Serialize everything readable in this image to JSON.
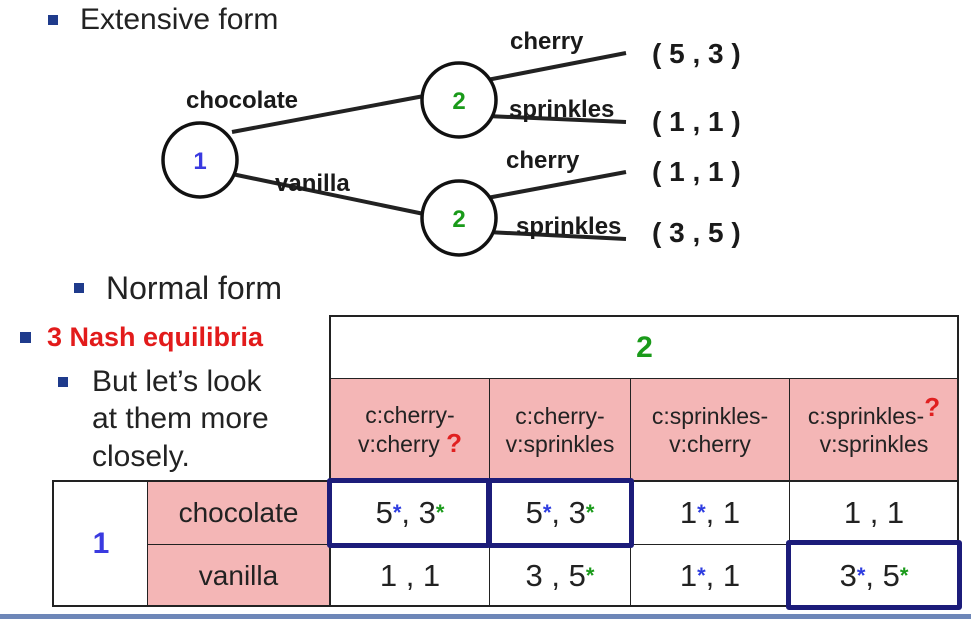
{
  "bullets": {
    "extensive": "Extensive form",
    "normal": "Normal form",
    "nash": "3 Nash equilibria",
    "look_1": "But let’s look",
    "look_2": "at them more",
    "look_3": "closely."
  },
  "tree": {
    "root_label": "1",
    "top_node_label": "2",
    "bottom_node_label": "2",
    "edge_chocolate": "chocolate",
    "edge_vanilla": "vanilla",
    "top_cherry": "cherry",
    "top_sprinkles": "sprinkles",
    "bottom_cherry": "cherry",
    "bottom_sprinkles": "sprinkles",
    "payoff_1": "( 5 , 3 )",
    "payoff_2": "( 1 , 1 )",
    "payoff_3": "( 1 , 1 )",
    "payoff_4": "( 3 , 5 )"
  },
  "table": {
    "col_player": "2",
    "row_player": "1",
    "columns": [
      {
        "line1": "c:cherry-",
        "line2": "v:cherry",
        "mark": "?"
      },
      {
        "line1": "c:cherry-",
        "line2": "v:sprinkles",
        "mark": ""
      },
      {
        "line1": "c:sprinkles-",
        "line2": "v:cherry",
        "mark": ""
      },
      {
        "line1": "c:sprinkles-",
        "line2": "v:sprinkles",
        "mark": "?"
      }
    ],
    "rows": [
      "chocolate",
      "vanilla"
    ],
    "star": "*",
    "cells": [
      [
        {
          "a": "5",
          "b": "3",
          "sa": true,
          "sb": true
        },
        {
          "a": "5",
          "b": "3",
          "sa": true,
          "sb": true
        },
        {
          "a": "1",
          "b": "1",
          "sa": true,
          "sb": false
        },
        {
          "a": "1",
          "b": "1",
          "sa": false,
          "sb": false
        }
      ],
      [
        {
          "a": "1",
          "b": "1",
          "sa": false,
          "sb": false
        },
        {
          "a": "3",
          "b": "5",
          "sa": false,
          "sb": true
        },
        {
          "a": "1",
          "b": "1",
          "sa": true,
          "sb": false
        },
        {
          "a": "3",
          "b": "5",
          "sa": true,
          "sb": true
        }
      ]
    ]
  },
  "colors": {
    "player1": "#3a3ae0",
    "player2": "#1a9a1a",
    "highlight_border": "#1c1c7a",
    "header_fill": "#f4b6b6",
    "nash_text": "#e21b1b",
    "bullet_square": "#1f3b8c"
  }
}
